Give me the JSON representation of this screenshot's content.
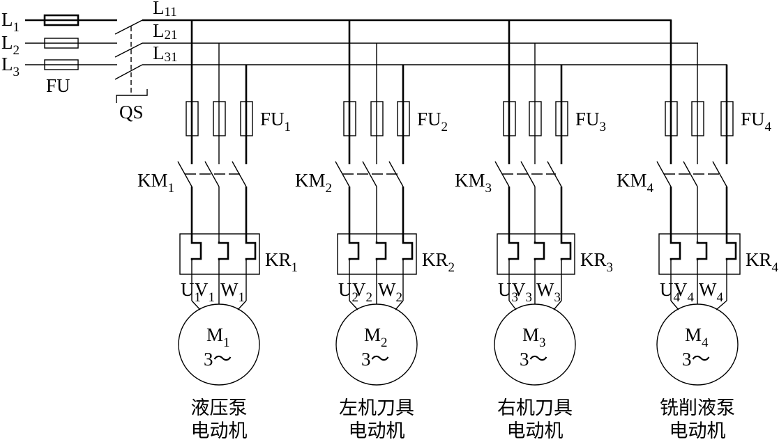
{
  "diagram": {
    "supply": {
      "phases": [
        {
          "main": "L",
          "sub": "1"
        },
        {
          "main": "L",
          "sub": "2"
        },
        {
          "main": "L",
          "sub": "3"
        }
      ],
      "fuse_label": "FU",
      "switch_label": "QS",
      "bus": [
        {
          "main": "L",
          "sub": "11"
        },
        {
          "main": "L",
          "sub": "21"
        },
        {
          "main": "L",
          "sub": "31"
        }
      ]
    },
    "branches": [
      {
        "fuse": {
          "main": "FU",
          "sub": "1"
        },
        "contactor": {
          "main": "KM",
          "sub": "1"
        },
        "relay": {
          "main": "KR",
          "sub": "1"
        },
        "terminals": [
          {
            "main": "U",
            "sub": "1"
          },
          {
            "main": "V",
            "sub": "1"
          },
          {
            "main": "W",
            "sub": "1"
          }
        ],
        "motor": {
          "main": "M",
          "sub": "1",
          "type": "3～"
        },
        "caption": [
          "液压泵",
          "电动机"
        ]
      },
      {
        "fuse": {
          "main": "FU",
          "sub": "2"
        },
        "contactor": {
          "main": "KM",
          "sub": "2"
        },
        "relay": {
          "main": "KR",
          "sub": "2"
        },
        "terminals": [
          {
            "main": "U",
            "sub": "2"
          },
          {
            "main": "V",
            "sub": "2"
          },
          {
            "main": "W",
            "sub": "2"
          }
        ],
        "motor": {
          "main": "M",
          "sub": "2",
          "type": "3～"
        },
        "caption": [
          "左机刀具",
          "电动机"
        ]
      },
      {
        "fuse": {
          "main": "FU",
          "sub": "3"
        },
        "contactor": {
          "main": "KM",
          "sub": "3"
        },
        "relay": {
          "main": "KR",
          "sub": "3"
        },
        "terminals": [
          {
            "main": "U",
            "sub": "3"
          },
          {
            "main": "V",
            "sub": "3"
          },
          {
            "main": "W",
            "sub": "3"
          }
        ],
        "motor": {
          "main": "M",
          "sub": "3",
          "type": "3～"
        },
        "caption": [
          "右机刀具",
          "电动机"
        ]
      },
      {
        "fuse": {
          "main": "FU",
          "sub": "4"
        },
        "contactor": {
          "main": "KM",
          "sub": "4"
        },
        "relay": {
          "main": "KR",
          "sub": "4"
        },
        "terminals": [
          {
            "main": "U",
            "sub": "4"
          },
          {
            "main": "V",
            "sub": "4"
          },
          {
            "main": "W",
            "sub": "4"
          }
        ],
        "motor": {
          "main": "M",
          "sub": "4",
          "type": "3～"
        },
        "caption": [
          "铣削液泵",
          "电动机"
        ]
      }
    ]
  }
}
